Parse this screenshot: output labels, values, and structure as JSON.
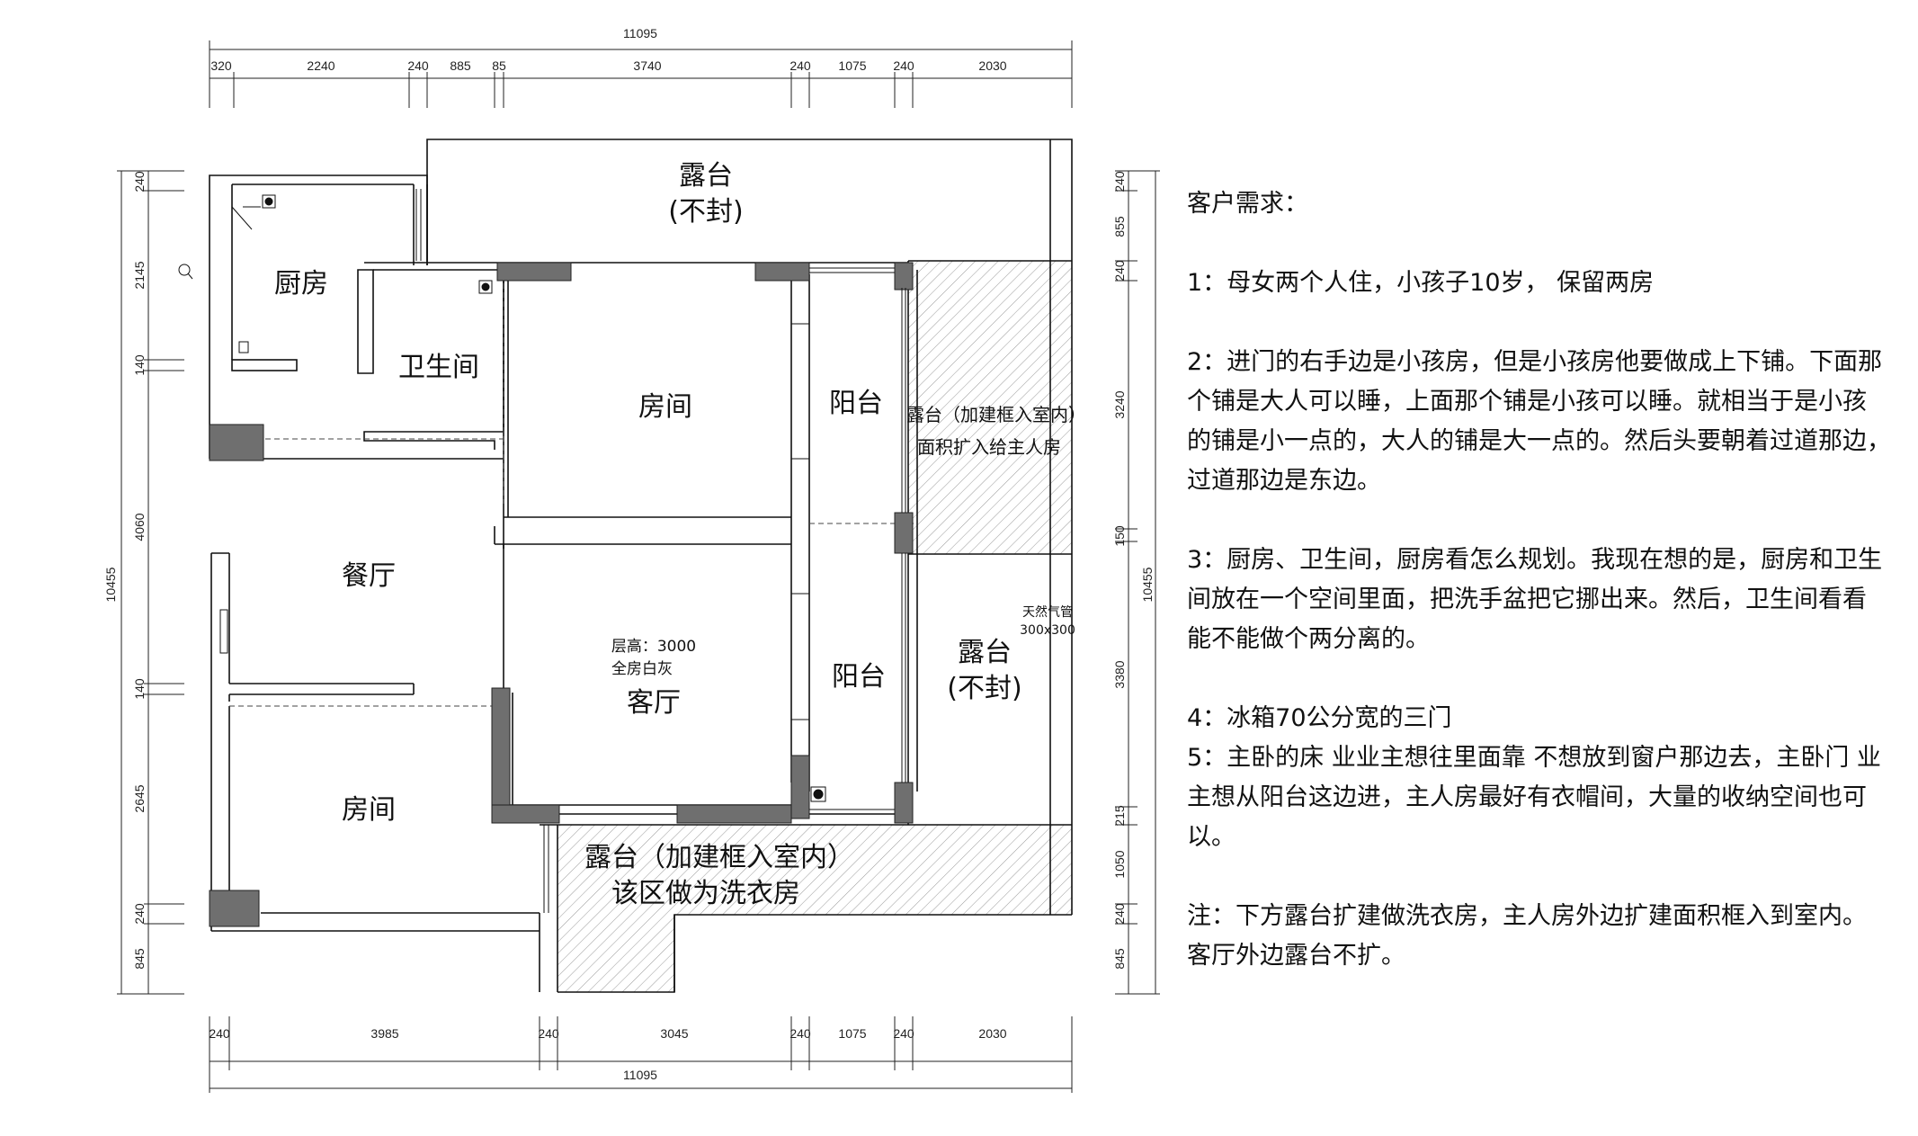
{
  "plan": {
    "dims": {
      "top_total": "11095",
      "top": [
        "320",
        "2240",
        "240",
        "885",
        "85",
        "3740",
        "240",
        "1075",
        "240",
        "2030"
      ],
      "bottom_total": "11095",
      "bottom": [
        "240",
        "3985",
        "240",
        "3045",
        "240",
        "1075",
        "240",
        "2030"
      ],
      "left_total": "10455",
      "left": [
        "240",
        "2145",
        "140",
        "4060",
        "140",
        "2645",
        "240",
        "845"
      ],
      "right_total": "10455",
      "right": [
        "240",
        "855",
        "240",
        "3240",
        "150",
        "3380",
        "215",
        "1050",
        "240",
        "845"
      ]
    },
    "rooms": {
      "terrace_top": "露台",
      "terrace_top_note": "(不封)",
      "kitchen": "厨房",
      "bathroom": "卫生间",
      "bedroom_top": "房间",
      "balcony_top": "阳台",
      "terrace_right_top_1": "露台（加建框入室内）",
      "terrace_right_top_2": "面积扩入给主人房",
      "dining": "餐厅",
      "living_height": "层高：3000",
      "living_finish": "全房白灰",
      "living": "客厅",
      "balcony_bottom": "阳台",
      "gas_pipe_1": "天然气管",
      "gas_pipe_2": "300x300",
      "terrace_right_bottom": "露台",
      "terrace_right_bottom_note": "(不封)",
      "bedroom_bottom": "房间",
      "terrace_bottom_1": "露台（加建框入室内）",
      "terrace_bottom_2": "该区做为洗衣房"
    }
  },
  "notes": {
    "title": "客户需求：",
    "items": [
      [
        "1：母女两个人住，小孩子10岁， 保留两房"
      ],
      [
        "2：进门的右手边是小孩房，但是小孩房他要做成上下铺。下面那",
        "个铺是大人可以睡，上面那个铺是小孩可以睡。就相当于是小孩",
        "的铺是小一点的，大人的铺是大一点的。然后头要朝着过道那边，",
        "过道那边是东边。"
      ],
      [
        "3：厨房、卫生间，厨房看怎么规划。我现在想的是，厨房和卫生",
        "间放在一个空间里面，把洗手盆把它挪出来。然后，卫生间看看",
        "能不能做个两分离的。"
      ],
      [
        "4：冰箱70公分宽的三门",
        "5：主卧的床 业业主想往里面靠 不想放到窗户那边去，主卧门 业",
        "主想从阳台这边进，主人房最好有衣帽间，大量的收纳空间也可",
        "以。"
      ],
      [
        "注：下方露台扩建做洗衣房，主人房外边扩建面积框入到室内。",
        "客厅外边露台不扩。"
      ]
    ]
  }
}
